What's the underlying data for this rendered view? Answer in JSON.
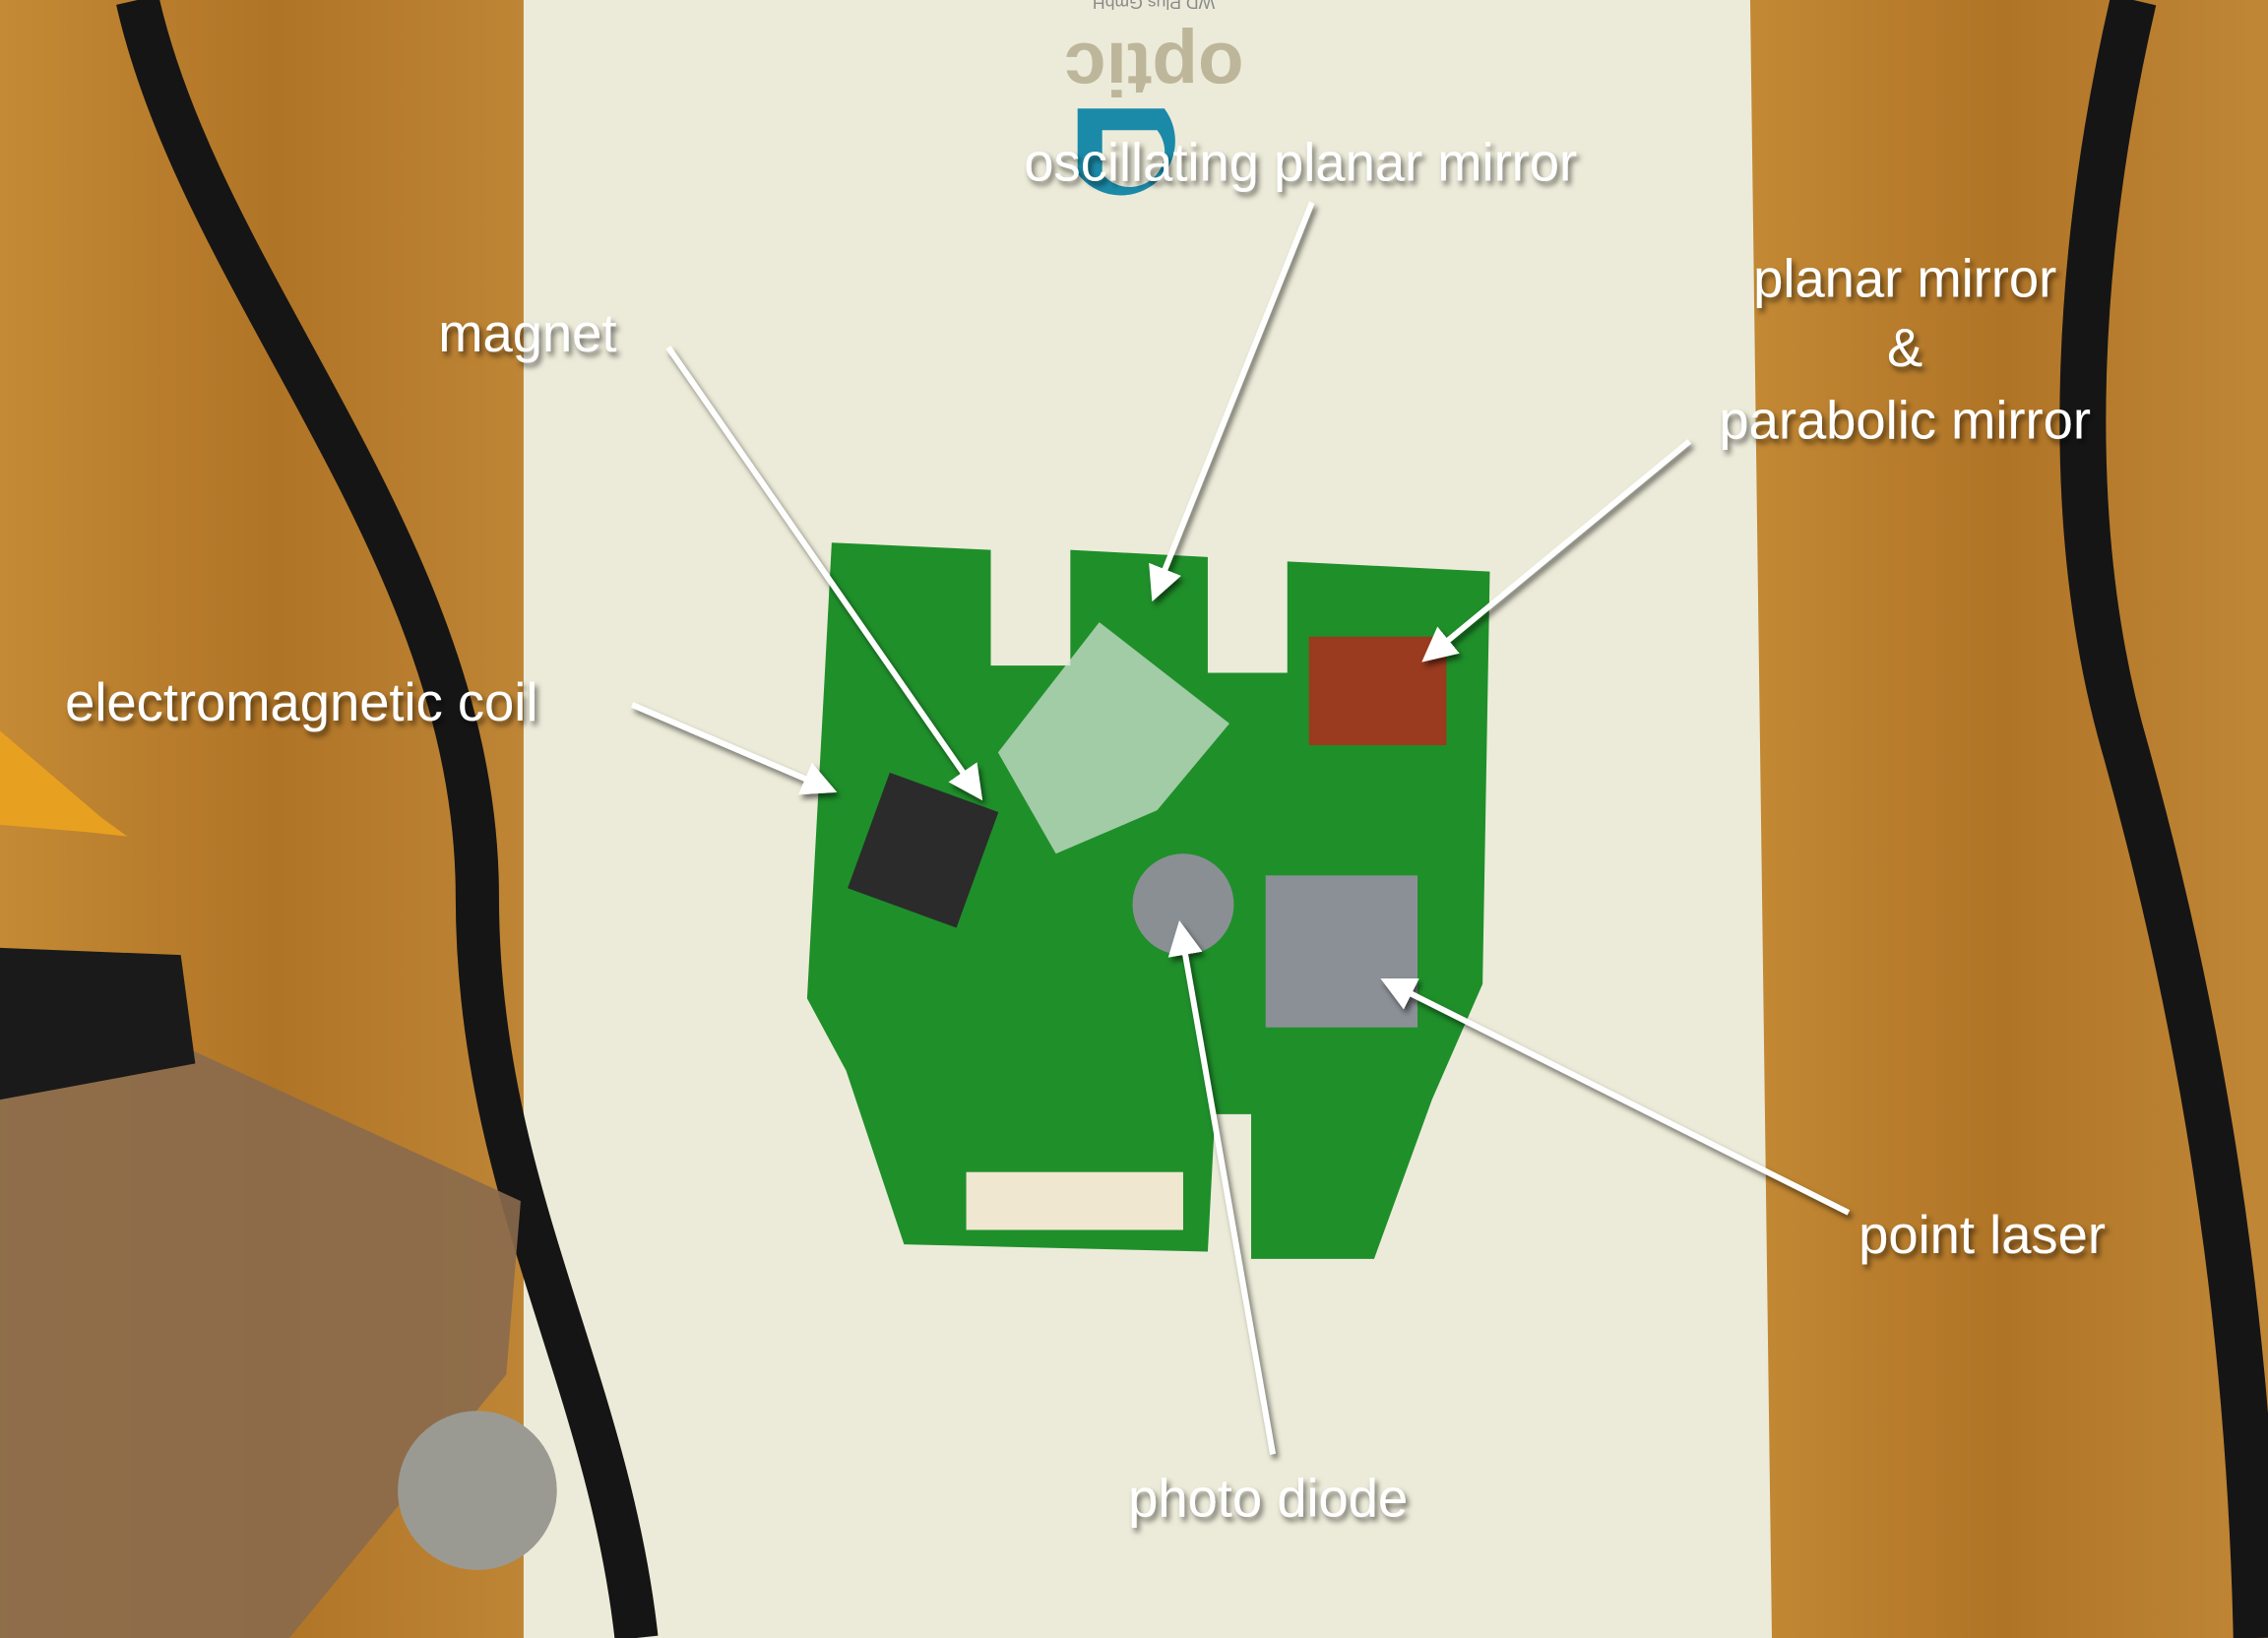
{
  "logo": {
    "text": "optic",
    "subtext": "WD Plus GmbH",
    "color": "#1a8aa8"
  },
  "labels": {
    "oscillating_mirror": "oscillating planar mirror",
    "magnet": "magnet",
    "planar_mirror": "planar mirror",
    "ampersand": "&",
    "parabolic_mirror": "parabolic mirror",
    "coil": "electromagnetic coil",
    "point_laser": "point laser",
    "photo_diode": "photo diode"
  },
  "colors": {
    "pcb": "#1f8f2a",
    "wood": "#b8802f",
    "paper": "#ecebd9",
    "cable": "#151515"
  }
}
